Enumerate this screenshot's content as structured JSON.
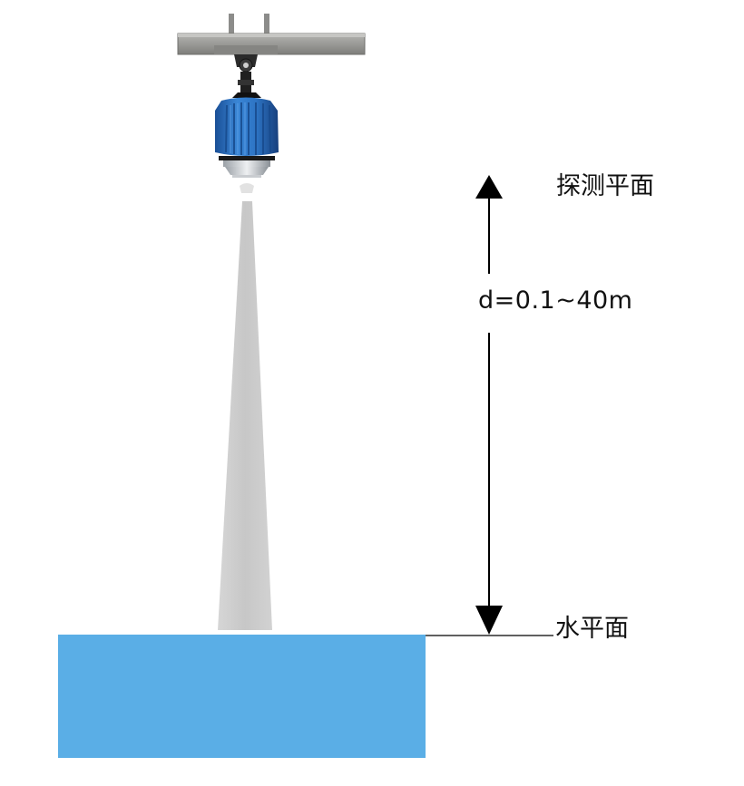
{
  "labels": {
    "detection_plane": "探测平面",
    "distance_range": "d=0.1~40m",
    "water_surface": "水平面"
  },
  "colors": {
    "water": "#5aaee6",
    "sensor_blue": "#2a6fc0",
    "bracket_gray": "#9b9b98",
    "beam_gray": "#cfcfcf",
    "arrow": "#000000"
  },
  "icons": {
    "sensor": "ultrasonic-level-sensor-icon",
    "bracket": "mounting-bracket-icon"
  }
}
